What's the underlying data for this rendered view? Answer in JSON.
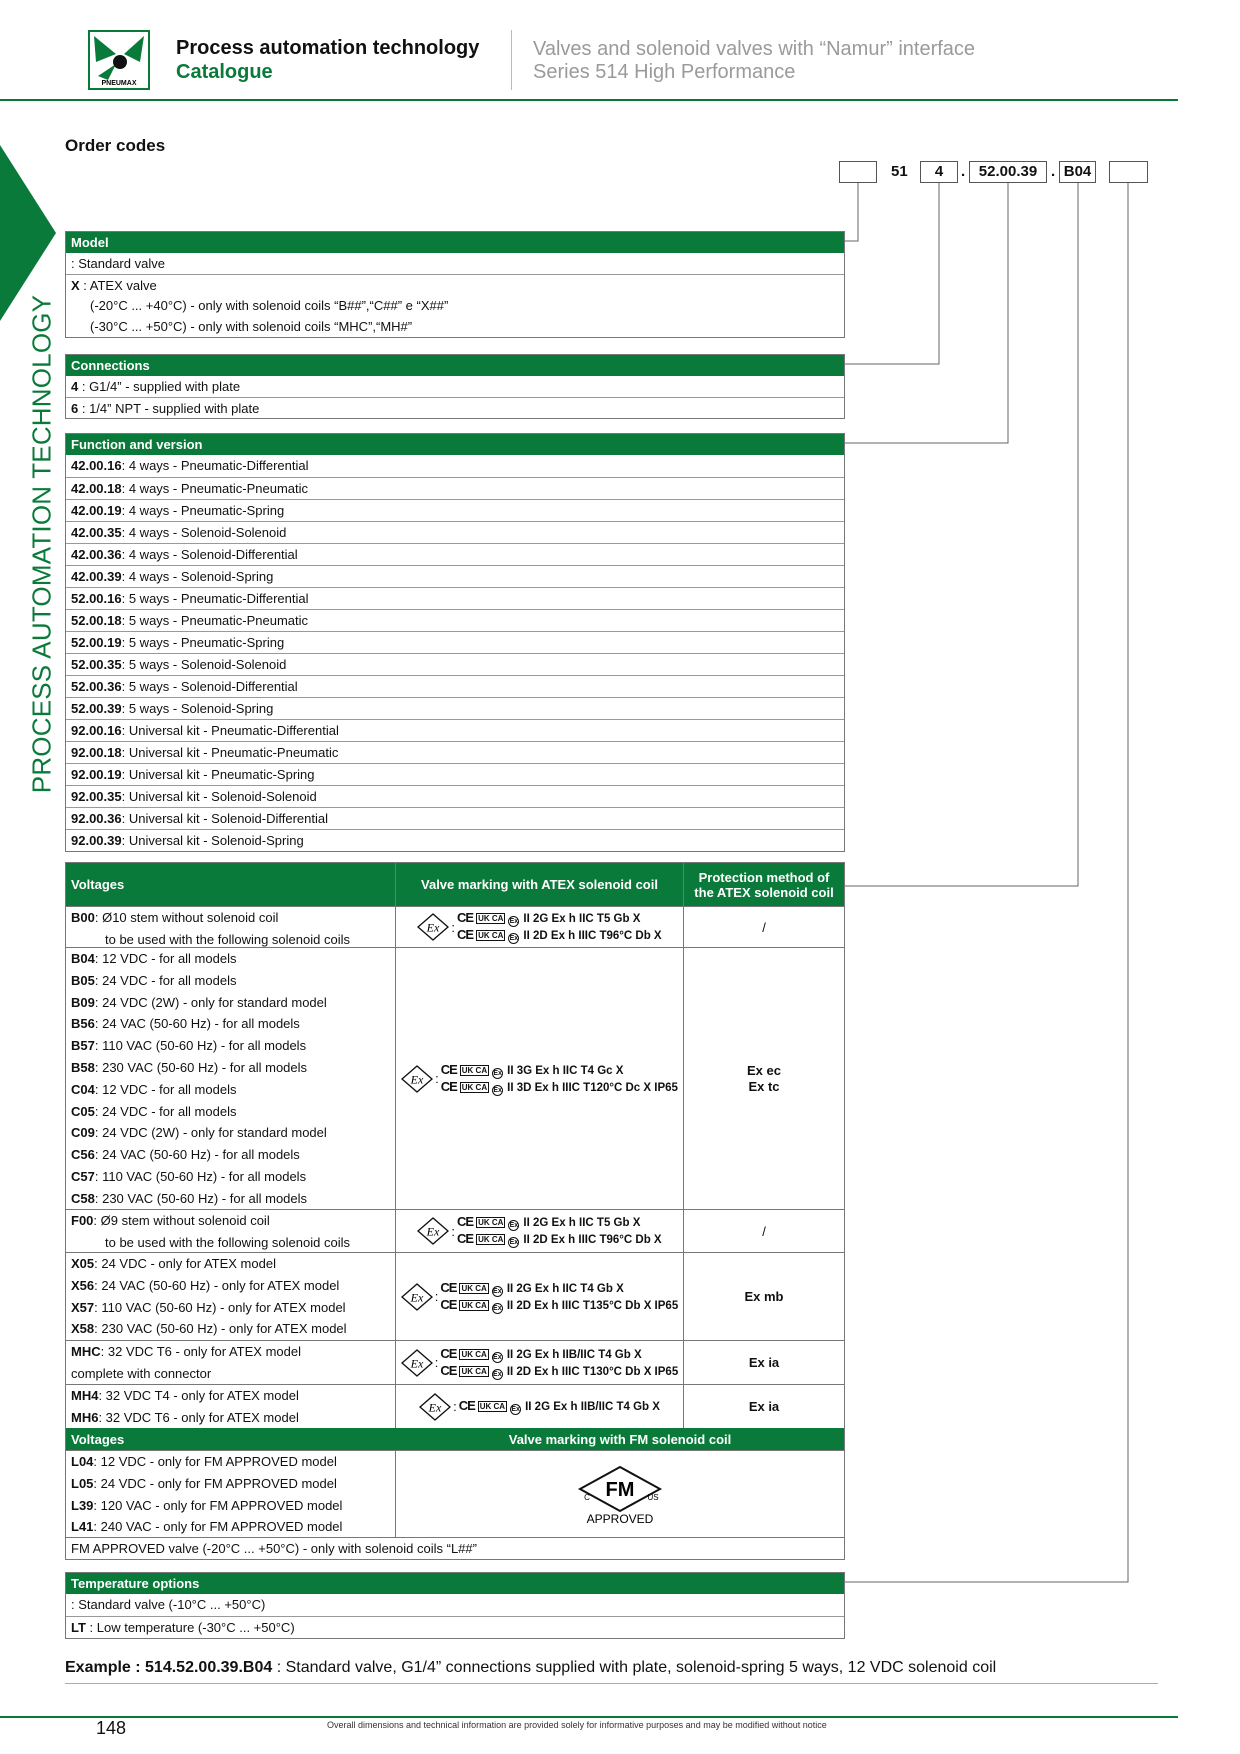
{
  "header": {
    "title": "Process automation technology",
    "subtitle": "Catalogue",
    "right_line1": "Valves and solenoid valves with “Namur” interface",
    "right_line2": "Series 514 High Performance",
    "logo_text": "PNEUMAX",
    "colors": {
      "brand_green": "#0a7a3a"
    }
  },
  "side_label": "PROCESS AUTOMATION TECHNOLOGY",
  "order_codes": {
    "title": "Order codes",
    "code": {
      "part1": "51",
      "part2": "4",
      "dot1": ".",
      "part3": "52.00.39",
      "dot2": ".",
      "part4": "B04"
    }
  },
  "model": {
    "header": "Model",
    "rows": [
      {
        "code": "",
        "text": " : Standard valve"
      },
      {
        "code": "X",
        "text": " : ATEX valve"
      }
    ],
    "sub_rows": [
      "(-20°C ... +40°C) - only with solenoid coils “B##”,“C##” e “X##”",
      "(-30°C ... +50°C) - only with solenoid coils “MHC”,“MH#”"
    ]
  },
  "connections": {
    "header": "Connections",
    "rows": [
      {
        "code": "4",
        "text": " : G1/4” - supplied with plate"
      },
      {
        "code": "6",
        "text": " : 1/4” NPT - supplied with plate"
      }
    ]
  },
  "function": {
    "header": "Function and version",
    "rows": [
      {
        "code": "42.00.16",
        "text": ": 4 ways - Pneumatic-Differential"
      },
      {
        "code": "42.00.18",
        "text": ": 4 ways - Pneumatic-Pneumatic"
      },
      {
        "code": "42.00.19",
        "text": ": 4 ways - Pneumatic-Spring"
      },
      {
        "code": "42.00.35",
        "text": ": 4 ways - Solenoid-Solenoid"
      },
      {
        "code": "42.00.36",
        "text": ": 4 ways - Solenoid-Differential"
      },
      {
        "code": "42.00.39",
        "text": ": 4 ways - Solenoid-Spring"
      },
      {
        "code": "52.00.16",
        "text": ": 5 ways - Pneumatic-Differential"
      },
      {
        "code": "52.00.18",
        "text": ": 5 ways - Pneumatic-Pneumatic"
      },
      {
        "code": "52.00.19",
        "text": ": 5 ways - Pneumatic-Spring"
      },
      {
        "code": "52.00.35",
        "text": ": 5 ways - Solenoid-Solenoid"
      },
      {
        "code": "52.00.36",
        "text": ": 5 ways - Solenoid-Differential"
      },
      {
        "code": "52.00.39",
        "text": ": 5 ways - Solenoid-Spring"
      },
      {
        "code": "92.00.16",
        "text": ": Universal kit - Pneumatic-Differential"
      },
      {
        "code": "92.00.18",
        "text": ": Universal kit - Pneumatic-Pneumatic"
      },
      {
        "code": "92.00.19",
        "text": ": Universal kit - Pneumatic-Spring"
      },
      {
        "code": "92.00.35",
        "text": ": Universal kit - Solenoid-Solenoid"
      },
      {
        "code": "92.00.36",
        "text": ": Universal kit - Solenoid-Differential"
      },
      {
        "code": "92.00.39",
        "text": ": Universal kit - Solenoid-Spring"
      }
    ]
  },
  "voltages": {
    "headers": {
      "voltages": "Voltages",
      "atex_marking": "Valve marking with ATEX solenoid coil",
      "protection_line1": "Protection method of",
      "protection_line2": "the ATEX solenoid coil"
    },
    "groups": [
      {
        "items": [
          {
            "code": "B00",
            "text": ": Ø10 stem without solenoid coil"
          },
          {
            "code": "",
            "text": "to be used with the following solenoid coils",
            "indent": true
          }
        ],
        "marking": [
          "II 2G Ex h IIC T5 Gb X",
          "II 2D Ex h IIIC T96°C Db X"
        ],
        "protection": [
          "/"
        ]
      },
      {
        "items": [
          {
            "code": "B04",
            "text": ": 12 VDC - for all models"
          },
          {
            "code": "B05",
            "text": ": 24 VDC - for all models"
          },
          {
            "code": "B09",
            "text": ": 24 VDC (2W) - only for standard model"
          },
          {
            "code": "B56",
            "text": ": 24 VAC (50-60 Hz) - for all models"
          },
          {
            "code": "B57",
            "text": ": 110 VAC (50-60 Hz) - for all models"
          },
          {
            "code": "B58",
            "text": ": 230 VAC (50-60 Hz) - for all models"
          },
          {
            "code": "C04",
            "text": ": 12 VDC - for all models"
          },
          {
            "code": "C05",
            "text": ": 24 VDC - for all models"
          },
          {
            "code": "C09",
            "text": ": 24 VDC (2W) - only for standard model"
          },
          {
            "code": "C56",
            "text": ": 24 VAC (50-60 Hz) - for all models"
          },
          {
            "code": "C57",
            "text": ": 110 VAC (50-60 Hz) - for all models"
          },
          {
            "code": "C58",
            "text": ": 230 VAC (50-60 Hz) - for all models"
          }
        ],
        "marking": [
          "II 3G Ex h IIC T4 Gc X",
          "II 3D Ex h IIIC T120°C Dc X IP65"
        ],
        "protection": [
          "Ex ec",
          "Ex tc"
        ]
      },
      {
        "items": [
          {
            "code": "F00",
            "text": ": Ø9 stem without solenoid coil"
          },
          {
            "code": "",
            "text": "to be used with the following solenoid coils",
            "indent": true
          }
        ],
        "marking": [
          "II 2G Ex h IIC T5 Gb X",
          "II 2D Ex h IIIC T96°C Db X"
        ],
        "protection": [
          "/"
        ]
      },
      {
        "items": [
          {
            "code": "X05",
            "text": ": 24 VDC - only for ATEX model"
          },
          {
            "code": "X56",
            "text": ": 24 VAC (50-60 Hz) - only for ATEX model"
          },
          {
            "code": "X57",
            "text": ": 110 VAC (50-60 Hz) - only for ATEX model"
          },
          {
            "code": "X58",
            "text": ": 230 VAC (50-60 Hz) - only for ATEX model"
          }
        ],
        "marking": [
          "II 2G Ex h IIC T4 Gb X",
          "II 2D Ex h IIIC T135°C Db X IP65"
        ],
        "protection": [
          "Ex mb"
        ]
      },
      {
        "items": [
          {
            "code": "MHC",
            "text": ": 32 VDC T6 - only for ATEX model"
          },
          {
            "code": "",
            "text": "complete with connector"
          }
        ],
        "marking": [
          "II 2G Ex h IIB/IIC T4 Gb X",
          "II 2D Ex h IIIC T130°C Db X IP65"
        ],
        "protection": [
          "Ex ia"
        ]
      },
      {
        "items": [
          {
            "code": "MH4",
            "text": ": 32 VDC T4 - only for ATEX model"
          },
          {
            "code": "MH6",
            "text": ": 32 VDC T6 - only for ATEX model"
          }
        ],
        "marking": [
          "II 2G Ex h IIB/IIC T4 Gb X"
        ],
        "protection": [
          "Ex ia"
        ]
      }
    ],
    "fm": {
      "header_voltages": "Voltages",
      "header_marking": "Valve marking with FM solenoid coil",
      "items": [
        {
          "code": "L04",
          "text": ": 12 VDC - only for FM APPROVED model"
        },
        {
          "code": "L05",
          "text": ": 24 VDC - only for FM APPROVED model"
        },
        {
          "code": "L39",
          "text": ": 120 VAC - only for FM APPROVED model"
        },
        {
          "code": "L41",
          "text": ": 240 VAC - only for FM APPROVED model"
        }
      ],
      "logo_fm": "FM",
      "logo_c": "C",
      "logo_us": "US",
      "logo_approved": "APPROVED",
      "note": "FM APPROVED valve (-20°C ... +50°C) - only with solenoid coils “L##”"
    }
  },
  "temperature": {
    "header": "Temperature options",
    "rows": [
      {
        "code": "",
        "text": " : Standard valve (-10°C ... +50°C)"
      },
      {
        "code": "LT",
        "text": " : Low temperature (-30°C ... +50°C)"
      }
    ]
  },
  "marking_symbols": {
    "ce": "CE",
    "ukca": "UK CA",
    "ex_small": "Ex",
    "ex_big": "Ex",
    "colon": ":"
  },
  "example": {
    "label": "Example : 514.52.00.39.B04",
    "text": " : Standard valve, G1/4” connections supplied with plate, solenoid-spring 5 ways, 12 VDC solenoid coil"
  },
  "footer": {
    "page": "148",
    "note": "Overall dimensions and technical information are provided solely for informative purposes and may be modified without notice"
  }
}
